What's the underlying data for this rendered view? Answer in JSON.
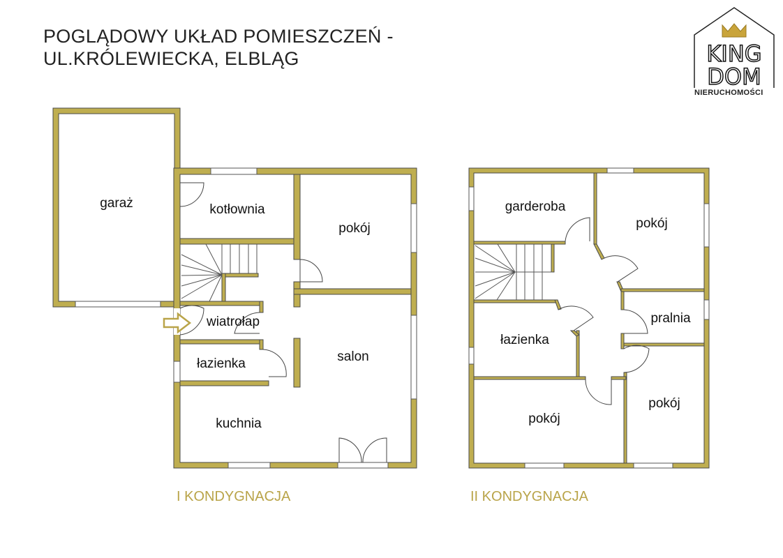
{
  "title": {
    "line1": "POGLĄDOWY UKŁAD POMIESZCZEŃ -",
    "line2": "UL.KRÓLEWIECKA, ELBLĄG"
  },
  "logo": {
    "line1": "KING",
    "line2": "DOM",
    "subtitle": "NIERUCHOMOŚCI"
  },
  "colors": {
    "wall": "#bfae50",
    "accent": "#b9a449"
  },
  "floor1": {
    "label": "I KONDYGNACJA",
    "rooms": [
      "garaż",
      "kotłownia",
      "pokój",
      "wiatrołap",
      "łazienka",
      "salon",
      "kuchnia"
    ],
    "entrance_icon": "arrow-right-icon"
  },
  "floor2": {
    "label": "II KONDYGNACJA",
    "rooms": [
      "garderoba",
      "pokój",
      "pralnia",
      "łazienka",
      "pokój",
      "pokój"
    ]
  }
}
